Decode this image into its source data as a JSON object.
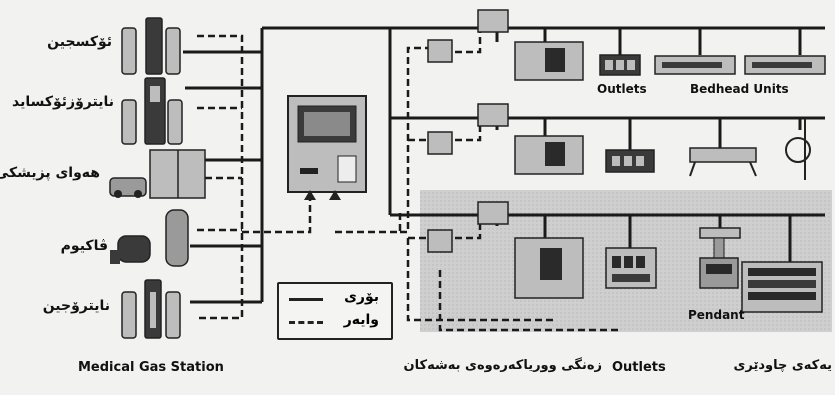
{
  "gas_sources": [
    {
      "label": "ئۆکسجین",
      "icon": "oxygen-cylinders-icon"
    },
    {
      "label": "نایترۆزئۆکساید",
      "icon": "nitrous-oxide-cylinders-icon"
    },
    {
      "label": "هەوای پزیشکی",
      "icon": "medical-air-compressor-icon"
    },
    {
      "label": "ڤاکیوم",
      "icon": "vacuum-pump-icon"
    },
    {
      "label": "نایترۆجین",
      "icon": "nitrogen-cylinders-icon"
    }
  ],
  "legend": {
    "pipe_label": "بۆری",
    "wire_label": "وایەر"
  },
  "labels": {
    "outlets_top": "Outlets",
    "bedhead_units": "Bedhead Units",
    "pendant": "Pendant",
    "bottom_station": "Medical Gas Station",
    "bottom_alarm": "زەنگی ووریاکەرەوەی بەشەکان",
    "bottom_outlets": "Outlets",
    "bottom_monitoring": "یەکەی چاودێری"
  },
  "colors": {
    "line": "#1a1a1a",
    "equipment_fill": "#bdbdbd",
    "equipment_dark": "#2a2a2a",
    "zone_fill": "#cfcfcf",
    "background": "#f2f2f0"
  }
}
